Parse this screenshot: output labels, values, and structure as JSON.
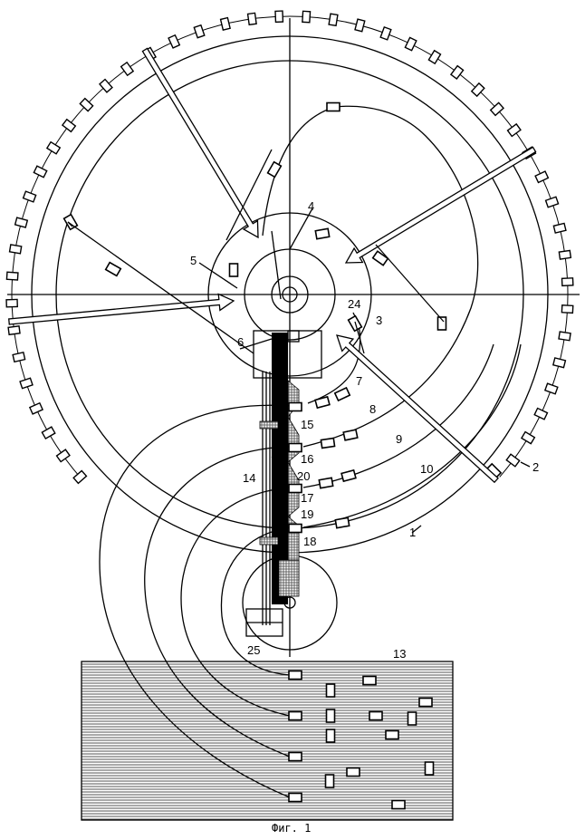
{
  "figure": {
    "caption": "Фиг. 1",
    "labels": {
      "l1": "1",
      "l2": "2",
      "l3": "3",
      "l4": "4",
      "l5": "5",
      "l6": "6",
      "l7": "7",
      "l8": "8",
      "l9": "9",
      "l10": "10",
      "l13": "13",
      "l14": "14",
      "l15": "15",
      "l16": "16",
      "l17": "17",
      "l18": "18",
      "l19": "19",
      "l20": "20",
      "l24": "24",
      "l25": "25"
    }
  }
}
